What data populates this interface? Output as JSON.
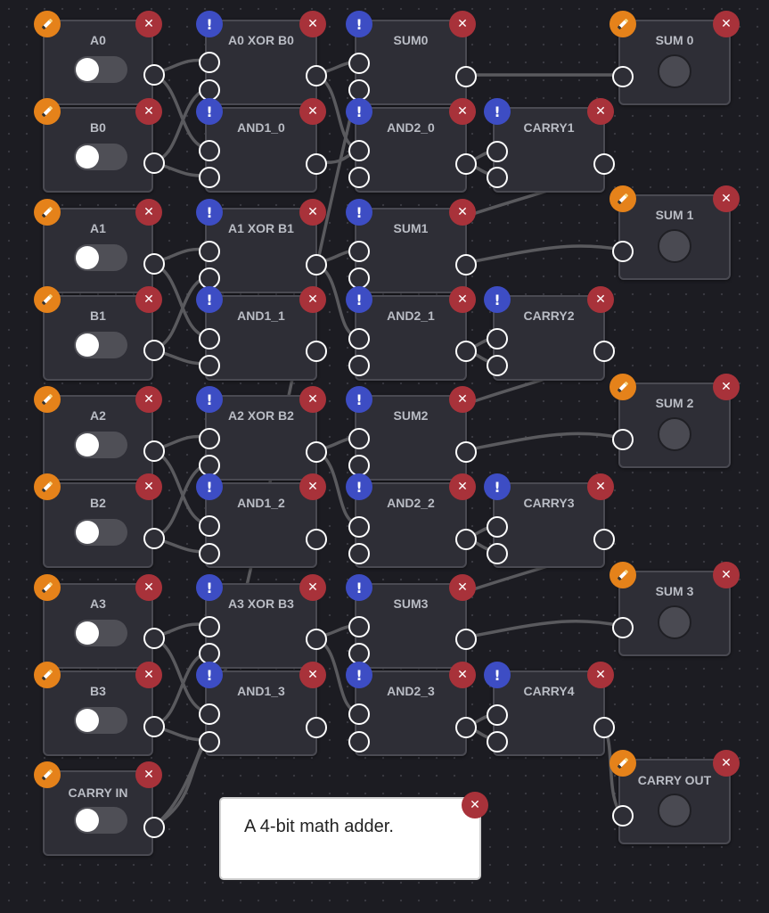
{
  "note": {
    "text": "A 4-bit math adder."
  },
  "inputs": {
    "a0": "A0",
    "b0": "B0",
    "a1": "A1",
    "b1": "B1",
    "a2": "A2",
    "b2": "B2",
    "a3": "A3",
    "b3": "B3",
    "carry_in": "CARRY IN"
  },
  "gates": {
    "xor0": "A0 XOR B0",
    "and1_0": "AND1_0",
    "sum0": "SUM0",
    "and2_0": "AND2_0",
    "carry1": "CARRY1",
    "xor1": "A1 XOR B1",
    "and1_1": "AND1_1",
    "sum1": "SUM1",
    "and2_1": "AND2_1",
    "carry2": "CARRY2",
    "xor2": "A2 XOR B2",
    "and1_2": "AND1_2",
    "sum2": "SUM2",
    "and2_2": "AND2_2",
    "carry3": "CARRY3",
    "xor3": "A3 XOR B3",
    "and1_3": "AND1_3",
    "sum3": "SUM3",
    "and2_3": "AND2_3",
    "carry4": "CARRY4"
  },
  "outputs": {
    "sum_0": "SUM 0",
    "sum_1": "SUM 1",
    "sum_2": "SUM 2",
    "sum_3": "SUM 3",
    "carry_out": "CARRY OUT"
  },
  "toggle_states": {
    "a0": false,
    "b0": false,
    "a1": false,
    "b1": false,
    "a2": false,
    "b2": false,
    "a3": false,
    "b3": false,
    "carry_in": false
  },
  "colors": {
    "edit_badge": "#e5821a",
    "info_badge": "#3d4dc4",
    "close_badge": "#a8323a",
    "wire": "#5a5a5e"
  },
  "icons": {
    "edit": "pencil-icon",
    "info": "exclamation-icon",
    "close": "close-icon"
  }
}
